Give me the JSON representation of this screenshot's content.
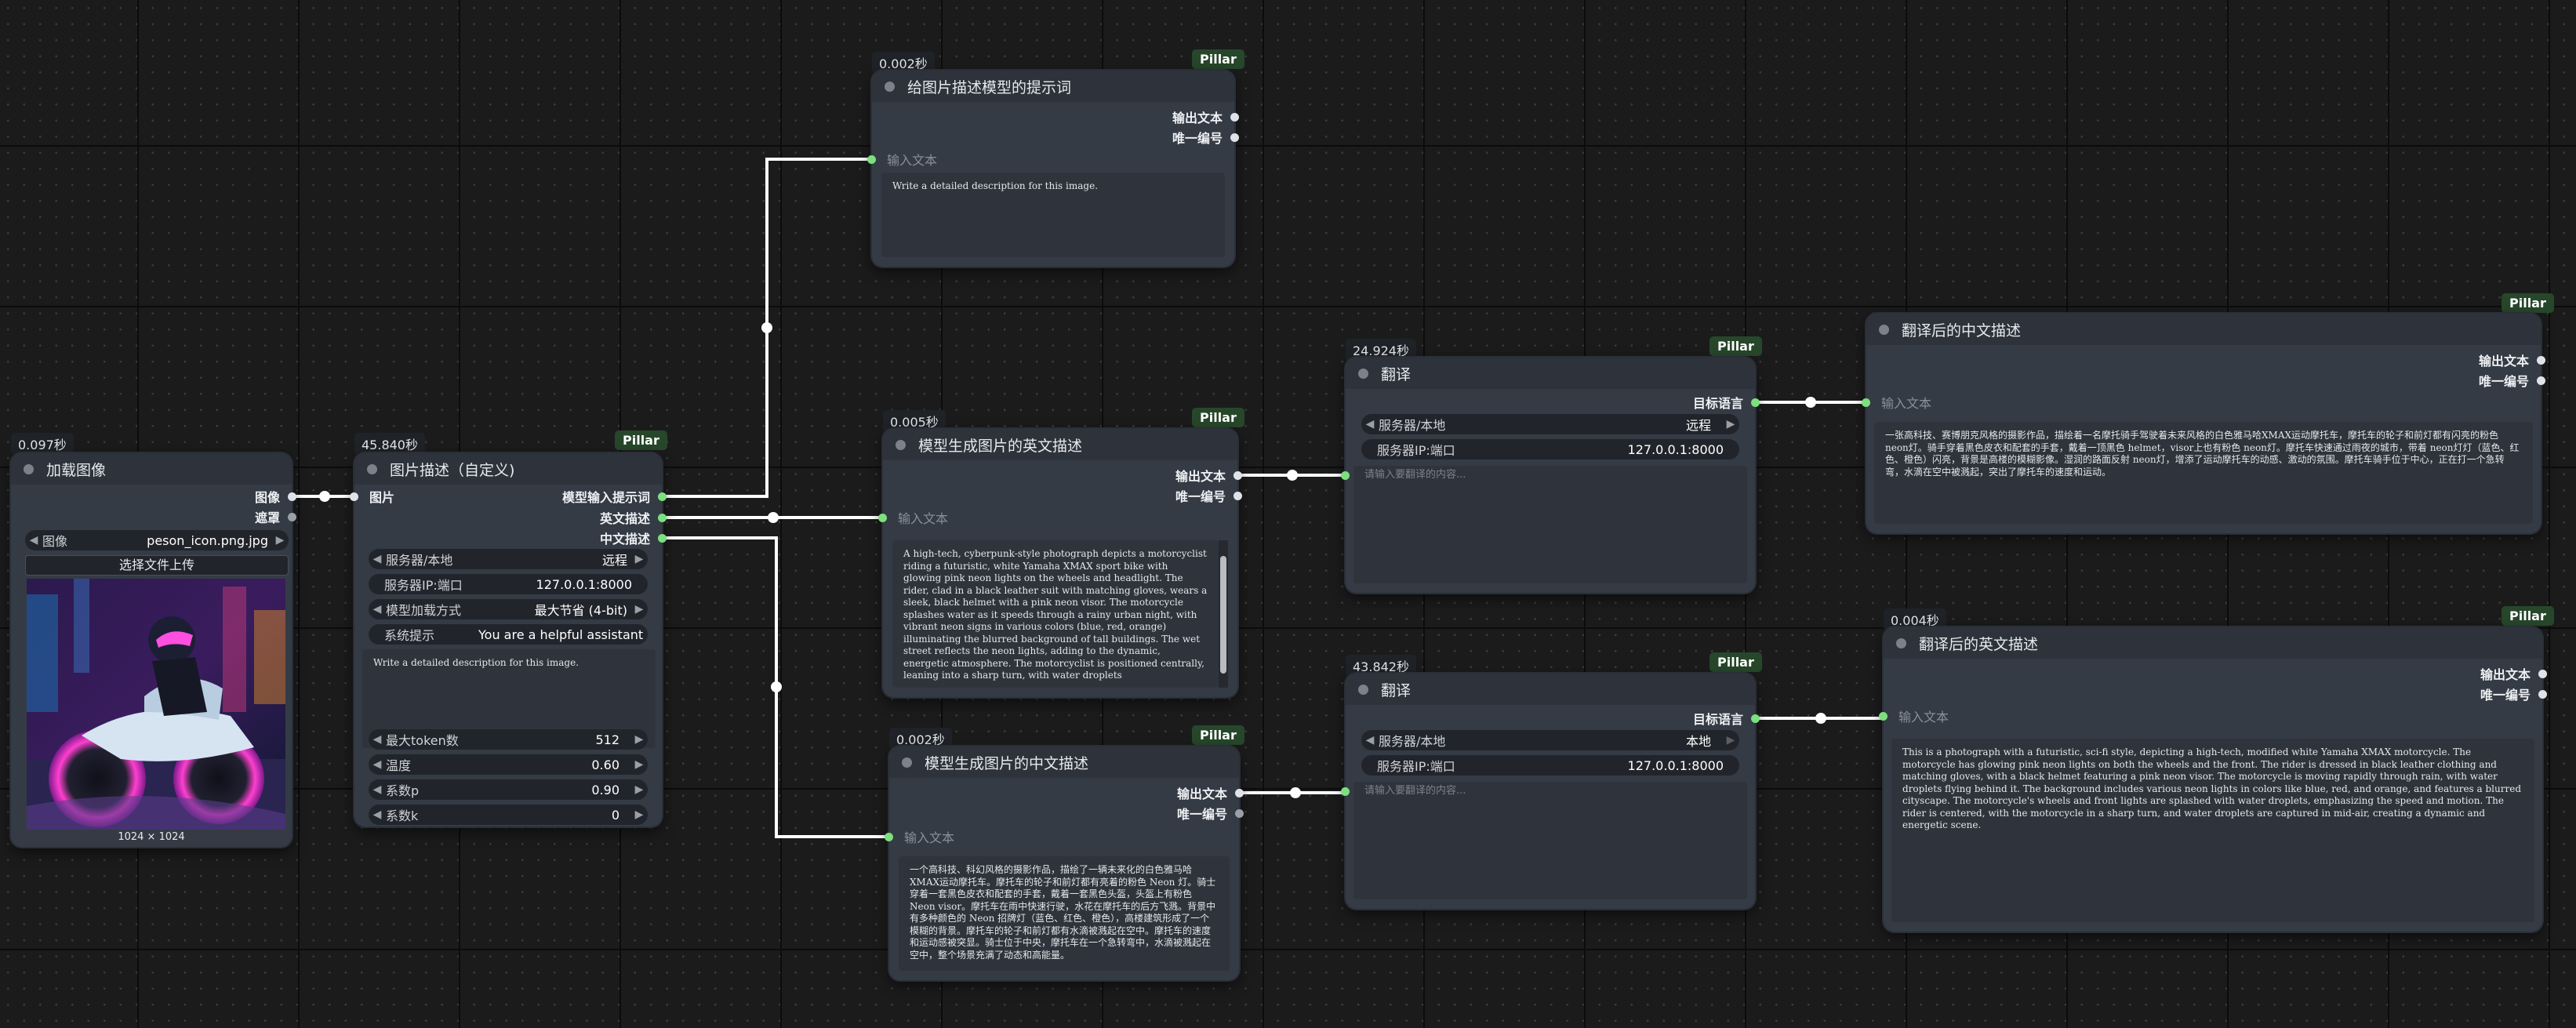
{
  "nodes": {
    "load_image": {
      "timing": "0.097秒",
      "title": "加载图像",
      "outputs": [
        "图像",
        "遮罩"
      ],
      "image_widget": {
        "label": "图像",
        "value": "peson_icon.png.jpg"
      },
      "upload_label": "选择文件上传",
      "image_size": "1024 × 1024"
    },
    "describe": {
      "timing": "45.840秒",
      "badge": "Pillar",
      "title": "图片描述（自定义)",
      "input": "图片",
      "outputs": [
        "模型输入提示词",
        "英文描述",
        "中文描述"
      ],
      "widgets": [
        {
          "label": "服务器/本地",
          "value": "远程"
        },
        {
          "label": "服务器IP:端口",
          "value": "127.0.0.1:8000"
        },
        {
          "label": "模型加载方式",
          "value": "最大节省 (4-bit)"
        },
        {
          "label": "系统提示",
          "value": "You are a helpful assistant an"
        }
      ],
      "prompt_text": "Write a detailed description for this image.",
      "widgets2": [
        {
          "label": "最大token数",
          "value": "512"
        },
        {
          "label": "温度",
          "value": "0.60"
        },
        {
          "label": "系数p",
          "value": "0.90"
        },
        {
          "label": "系数k",
          "value": "0"
        }
      ]
    },
    "prompt_node": {
      "timing": "0.002秒",
      "badge": "Pillar",
      "title": "给图片描述模型的提示词",
      "outputs": [
        "输出文本",
        "唯一编号"
      ],
      "input_label": "输入文本",
      "text": "Write a detailed description for this image."
    },
    "en_node": {
      "timing": "0.005秒",
      "badge": "Pillar",
      "title": "模型生成图片的英文描述",
      "outputs": [
        "输出文本",
        "唯一编号"
      ],
      "input_label": "输入文本",
      "text": "A high-tech, cyberpunk-style photograph depicts a motorcyclist riding a futuristic, white Yamaha XMAX sport bike with glowing pink neon lights on the wheels and headlight. The rider, clad in a black leather suit with matching gloves, wears a sleek, black helmet with a pink neon visor. The motorcycle splashes water as it speeds through a rainy urban night, with vibrant neon signs in various colors (blue, red, orange) illuminating the blurred background of tall buildings. The wet street reflects the neon lights, adding to the dynamic, energetic atmosphere. The motorcyclist is positioned centrally, leaning into a sharp turn, with water droplets"
    },
    "zh_node": {
      "timing": "0.002秒",
      "badge": "Pillar",
      "title": "模型生成图片的中文描述",
      "outputs": [
        "输出文本",
        "唯一编号"
      ],
      "input_label": "输入文本",
      "text": "一个高科技、科幻风格的摄影作品，描绘了一辆未来化的白色雅马哈XMAX运动摩托车。摩托车的轮子和前灯都有亮着的粉色 Neon 灯。骑士穿着一套黑色皮衣和配套的手套，戴着一套黑色头盔，头盔上有粉色 Neon visor。摩托车在雨中快速行驶，水花在摩托车的后方飞溅。背景中有多种颜色的 Neon 招牌灯（蓝色、红色、橙色），高楼建筑形成了一个模糊的背景。摩托车的轮子和前灯都有水滴被溅起在空中。摩托车的速度和运动感被突显。骑士位于中央，摩托车在一个急转弯中，水滴被溅起在空中，整个场景充满了动态和高能量。"
    },
    "translate1": {
      "timing": "24.924秒",
      "badge": "Pillar",
      "title": "翻译",
      "output": "目标语言",
      "widgets": [
        {
          "label": "服务器/本地",
          "value": "远程"
        },
        {
          "label": "服务器IP:端口",
          "value": "127.0.0.1:8000"
        }
      ],
      "placeholder": "请输入要翻译的内容..."
    },
    "translate2": {
      "timing": "43.842秒",
      "badge": "Pillar",
      "title": "翻译",
      "output": "目标语言",
      "widgets": [
        {
          "label": "服务器/本地",
          "value": "本地"
        },
        {
          "label": "服务器IP:端口",
          "value": "127.0.0.1:8000"
        }
      ],
      "placeholder": "请输入要翻译的内容..."
    },
    "zh_translated": {
      "badge": "Pillar",
      "title": "翻译后的中文描述",
      "outputs": [
        "输出文本",
        "唯一编号"
      ],
      "input_label": "输入文本",
      "text": "一张高科技、赛博朋克风格的摄影作品，描绘着一名摩托骑手驾驶着未来风格的白色雅马哈XMAX运动摩托车，摩托车的轮子和前灯都有闪亮的粉色 neon灯。骑手穿着黑色皮衣和配套的手套，戴着一顶黑色 helmet，visor上也有粉色 neon灯。摩托车快速通过雨夜的城市，带着 neon灯灯（蓝色、红色、橙色）闪亮，背景是高楼的模糊影像。湿润的路面反射 neon灯，增添了运动摩托车的动感、激动的氛围。摩托车骑手位于中心，正在打一个急转弯，水滴在空中被溅起，突出了摩托车的速度和运动。"
    },
    "en_translated": {
      "timing": "0.004秒",
      "badge": "Pillar",
      "title": "翻译后的英文描述",
      "outputs": [
        "输出文本",
        "唯一编号"
      ],
      "input_label": "输入文本",
      "text": "This is a photograph with a futuristic, sci-fi style, depicting a high-tech, modified white Yamaha XMAX motorcycle. The motorcycle has glowing pink neon lights on both the wheels and the front. The rider is dressed in black leather clothing and matching gloves, with a black helmet featuring a pink neon visor. The motorcycle is moving rapidly through rain, with water droplets flying behind it. The background includes various neon lights in colors like blue, red, and orange, and features a blurred cityscape. The motorcycle's wheels and front lights are splashed with water droplets, emphasizing the speed and motion. The rider is centered, with the motorcycle in a sharp turn, and water droplets are captured in mid-air, creating a dynamic and energetic scene."
    }
  },
  "colors": {
    "canvas": "#1b1b1c",
    "node_body": "#353b45",
    "node_header": "#2e333b",
    "badge": "#27472a",
    "wire": "#ffffff",
    "port_green": "#7ce07e"
  }
}
